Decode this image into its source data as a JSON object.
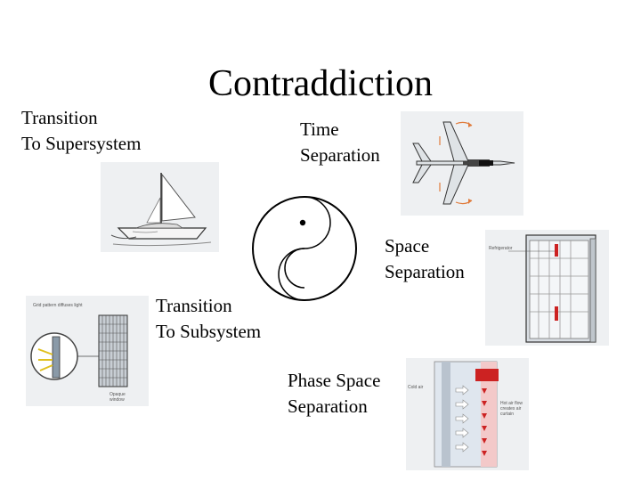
{
  "title": "Contraddiction",
  "labels": {
    "supersystem": [
      "Transition",
      "To Supersystem"
    ],
    "time": [
      "Time",
      "Separation"
    ],
    "space": [
      "Space",
      "Separation"
    ],
    "subsystem": [
      "Transition",
      "To Subsystem"
    ],
    "phase": [
      "Phase Space",
      "Separation"
    ]
  },
  "illustrations": {
    "sailboat": {
      "icon": "sailboat-icon"
    },
    "jet": {
      "icon": "swing-wing-jet-icon"
    },
    "fridge": {
      "icon": "refrigerator-icon",
      "callout": "Refrigerator"
    },
    "window": {
      "icon": "grid-window-icon",
      "callout_top": "Grid pattern diffuses light",
      "callout_bottom": [
        "Opaque",
        "window"
      ]
    },
    "aircurtain": {
      "icon": "air-curtain-icon",
      "callout_left": "Cold air",
      "callout_right": [
        "Hot air flow",
        "creates air",
        "curtain"
      ]
    }
  },
  "colors": {
    "arrow": "#e07a3a",
    "red": "#cc2222",
    "panel": "#eef0f2"
  }
}
